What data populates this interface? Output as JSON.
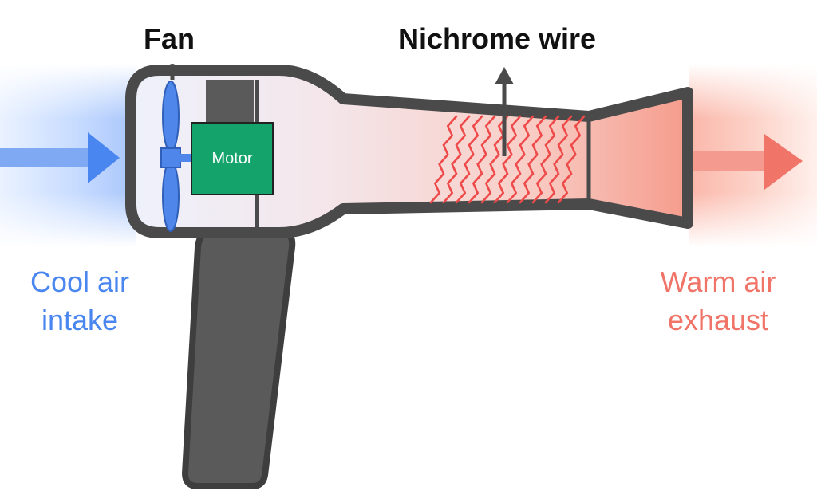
{
  "labels": {
    "fan": "Fan",
    "nichrome_wire": "Nichrome wire",
    "motor": "Motor",
    "cool_air_line1": "Cool air",
    "cool_air_line2": "intake",
    "warm_air_line1": "Warm air",
    "warm_air_line2": "exhaust"
  },
  "colors": {
    "body_outline": "#4a4a4a",
    "handle": "#5a5a5a",
    "motor": "#13a36b",
    "fan_blade": "#4e86ea",
    "cool": "#4a86f0",
    "warm": "#f07468",
    "heating_coil": "#ef4a4a"
  }
}
